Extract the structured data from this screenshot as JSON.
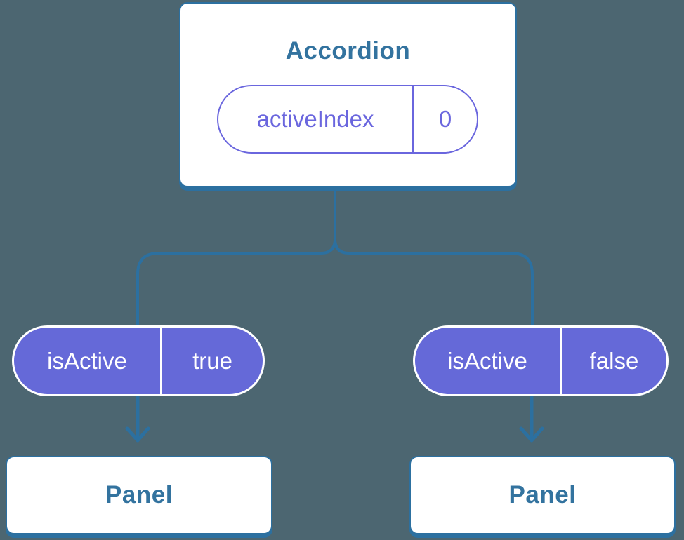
{
  "colors": {
    "background": "#4C6671",
    "card_background": "#FFFFFF",
    "line_blue": "#2C70A0",
    "text_blue": "#33739F",
    "pill_purple": "#6569D8",
    "pill_purple_accent": "#6A66DE",
    "pill_text_white": "#FFFFFF"
  },
  "accordion": {
    "title": "Accordion",
    "state": {
      "name": "activeIndex",
      "value": "0"
    }
  },
  "panels": [
    {
      "title": "Panel",
      "prop": {
        "name": "isActive",
        "value": "true"
      }
    },
    {
      "title": "Panel",
      "prop": {
        "name": "isActive",
        "value": "false"
      }
    }
  ]
}
